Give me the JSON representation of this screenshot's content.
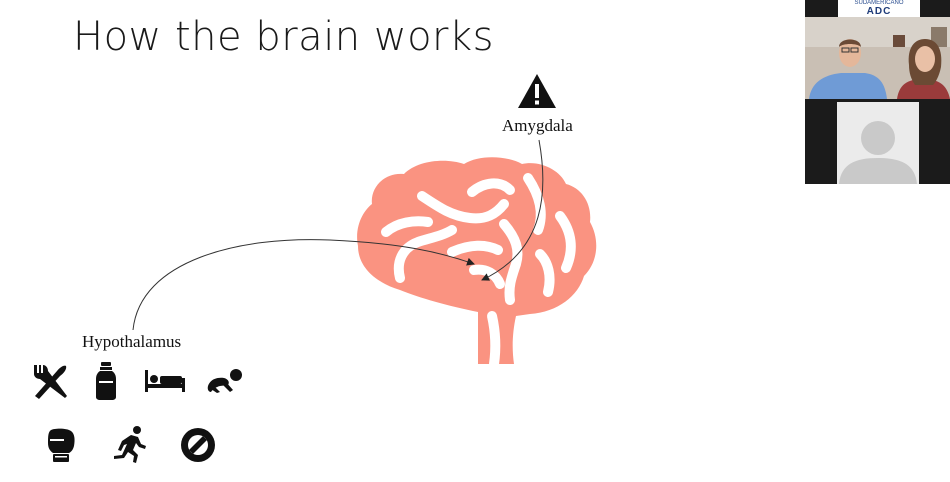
{
  "slide": {
    "title": "How the brain works",
    "labels": {
      "amygdala": "Amygdala",
      "hypothalamus": "Hypothalamus"
    },
    "brain_color": "#fa9381",
    "icons_row1": [
      "fork-knife-icon",
      "water-bottle-icon",
      "bed-icon",
      "baby-crawling-icon"
    ],
    "icons_row2": [
      "boxing-glove-icon",
      "running-person-icon",
      "prohibited-icon"
    ]
  },
  "video": {
    "logo_small": "SUDAMERICANO",
    "logo_big": "ADC"
  }
}
